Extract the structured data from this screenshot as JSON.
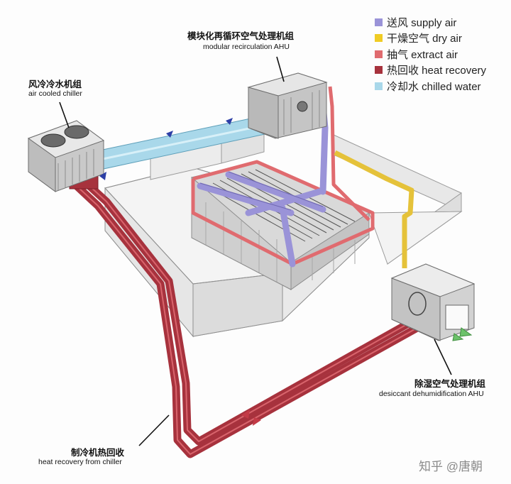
{
  "labels": {
    "recirculation_ahu": {
      "zh": "模块化再循环空气处理机组",
      "en": "modular recirculation AHU"
    },
    "chiller": {
      "zh": "风冷冷水机组",
      "en": "air cooled chiller"
    },
    "desiccant_ahu": {
      "zh": "除湿空气处理机组",
      "en": "desiccant dehumidification AHU"
    },
    "heat_recovery_chiller": {
      "zh": "制冷机热回收",
      "en": "heat recovery from chiller"
    }
  },
  "legend": [
    {
      "label": "送风 supply air",
      "color": "#9a93d8"
    },
    {
      "label": "干燥空气 dry air",
      "color": "#f0cc24"
    },
    {
      "label": "抽气 extract air",
      "color": "#e06b6f"
    },
    {
      "label": "热回收 heat recovery",
      "color": "#a7323d"
    },
    {
      "label": "冷却水 chilled water",
      "color": "#a9d8ea"
    }
  ],
  "watermark": "知乎 @唐朝"
}
